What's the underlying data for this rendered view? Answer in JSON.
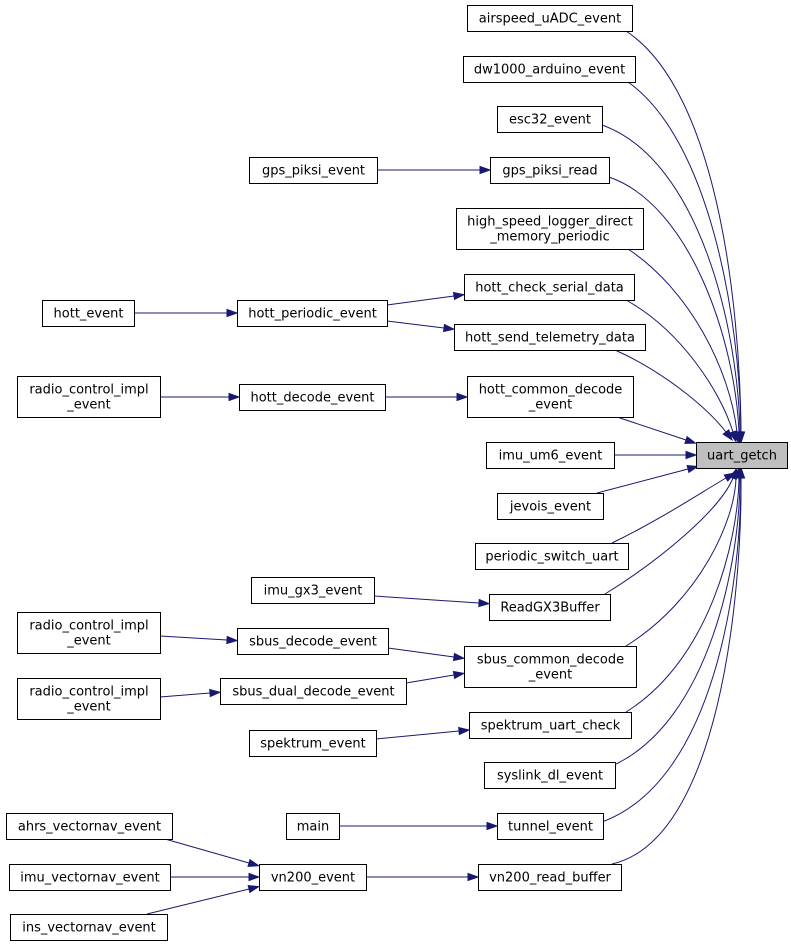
{
  "graph": {
    "nodes": [
      {
        "id": "uart_getch",
        "lines": [
          "uart_getch"
        ],
        "target": true
      },
      {
        "id": "airspeed_uADC_event",
        "lines": [
          "airspeed_uADC_event"
        ]
      },
      {
        "id": "dw1000_arduino_event",
        "lines": [
          "dw1000_arduino_event"
        ]
      },
      {
        "id": "esc32_event",
        "lines": [
          "esc32_event"
        ]
      },
      {
        "id": "gps_piksi_read",
        "lines": [
          "gps_piksi_read"
        ]
      },
      {
        "id": "gps_piksi_event",
        "lines": [
          "gps_piksi_event"
        ]
      },
      {
        "id": "high_speed_logger",
        "lines": [
          "high_speed_logger_direct",
          "_memory_periodic"
        ]
      },
      {
        "id": "hott_check_serial_data",
        "lines": [
          "hott_check_serial_data"
        ]
      },
      {
        "id": "hott_send_telemetry_data",
        "lines": [
          "hott_send_telemetry_data"
        ]
      },
      {
        "id": "hott_periodic_event",
        "lines": [
          "hott_periodic_event"
        ]
      },
      {
        "id": "hott_event",
        "lines": [
          "hott_event"
        ]
      },
      {
        "id": "hott_common_decode_event",
        "lines": [
          "hott_common_decode",
          "_event"
        ]
      },
      {
        "id": "hott_decode_event",
        "lines": [
          "hott_decode_event"
        ]
      },
      {
        "id": "radio_control_impl_1",
        "lines": [
          "radio_control_impl",
          "_event"
        ]
      },
      {
        "id": "imu_um6_event",
        "lines": [
          "imu_um6_event"
        ]
      },
      {
        "id": "jevois_event",
        "lines": [
          "jevois_event"
        ]
      },
      {
        "id": "periodic_switch_uart",
        "lines": [
          "periodic_switch_uart"
        ]
      },
      {
        "id": "ReadGX3Buffer",
        "lines": [
          "ReadGX3Buffer"
        ]
      },
      {
        "id": "imu_gx3_event",
        "lines": [
          "imu_gx3_event"
        ]
      },
      {
        "id": "sbus_common_decode_event",
        "lines": [
          "sbus_common_decode",
          "_event"
        ]
      },
      {
        "id": "sbus_decode_event",
        "lines": [
          "sbus_decode_event"
        ]
      },
      {
        "id": "radio_control_impl_2",
        "lines": [
          "radio_control_impl",
          "_event"
        ]
      },
      {
        "id": "sbus_dual_decode_event",
        "lines": [
          "sbus_dual_decode_event"
        ]
      },
      {
        "id": "radio_control_impl_3",
        "lines": [
          "radio_control_impl",
          "_event"
        ]
      },
      {
        "id": "spektrum_uart_check",
        "lines": [
          "spektrum_uart_check"
        ]
      },
      {
        "id": "spektrum_event",
        "lines": [
          "spektrum_event"
        ]
      },
      {
        "id": "syslink_dl_event",
        "lines": [
          "syslink_dl_event"
        ]
      },
      {
        "id": "tunnel_event",
        "lines": [
          "tunnel_event"
        ]
      },
      {
        "id": "main",
        "lines": [
          "main"
        ]
      },
      {
        "id": "vn200_read_buffer",
        "lines": [
          "vn200_read_buffer"
        ]
      },
      {
        "id": "vn200_event",
        "lines": [
          "vn200_event"
        ]
      },
      {
        "id": "ahrs_vectornav_event",
        "lines": [
          "ahrs_vectornav_event"
        ]
      },
      {
        "id": "imu_vectornav_event",
        "lines": [
          "imu_vectornav_event"
        ]
      },
      {
        "id": "ins_vectornav_event",
        "lines": [
          "ins_vectornav_event"
        ]
      }
    ],
    "edges": [
      {
        "from": "airspeed_uADC_event",
        "to": "uart_getch"
      },
      {
        "from": "dw1000_arduino_event",
        "to": "uart_getch"
      },
      {
        "from": "esc32_event",
        "to": "uart_getch"
      },
      {
        "from": "gps_piksi_read",
        "to": "uart_getch"
      },
      {
        "from": "gps_piksi_event",
        "to": "gps_piksi_read"
      },
      {
        "from": "high_speed_logger",
        "to": "uart_getch"
      },
      {
        "from": "hott_check_serial_data",
        "to": "uart_getch"
      },
      {
        "from": "hott_periodic_event",
        "to": "hott_check_serial_data"
      },
      {
        "from": "hott_periodic_event",
        "to": "hott_send_telemetry_data"
      },
      {
        "from": "hott_event",
        "to": "hott_periodic_event"
      },
      {
        "from": "hott_send_telemetry_data",
        "to": "uart_getch"
      },
      {
        "from": "hott_common_decode_event",
        "to": "uart_getch"
      },
      {
        "from": "hott_decode_event",
        "to": "hott_common_decode_event"
      },
      {
        "from": "radio_control_impl_1",
        "to": "hott_decode_event"
      },
      {
        "from": "imu_um6_event",
        "to": "uart_getch"
      },
      {
        "from": "jevois_event",
        "to": "uart_getch"
      },
      {
        "from": "periodic_switch_uart",
        "to": "uart_getch"
      },
      {
        "from": "ReadGX3Buffer",
        "to": "uart_getch"
      },
      {
        "from": "imu_gx3_event",
        "to": "ReadGX3Buffer"
      },
      {
        "from": "sbus_common_decode_event",
        "to": "uart_getch"
      },
      {
        "from": "sbus_decode_event",
        "to": "sbus_common_decode_event"
      },
      {
        "from": "radio_control_impl_2",
        "to": "sbus_decode_event"
      },
      {
        "from": "sbus_dual_decode_event",
        "to": "sbus_common_decode_event"
      },
      {
        "from": "radio_control_impl_3",
        "to": "sbus_dual_decode_event"
      },
      {
        "from": "spektrum_uart_check",
        "to": "uart_getch"
      },
      {
        "from": "spektrum_event",
        "to": "spektrum_uart_check"
      },
      {
        "from": "syslink_dl_event",
        "to": "uart_getch"
      },
      {
        "from": "tunnel_event",
        "to": "uart_getch"
      },
      {
        "from": "main",
        "to": "tunnel_event"
      },
      {
        "from": "vn200_read_buffer",
        "to": "uart_getch"
      },
      {
        "from": "vn200_event",
        "to": "vn200_read_buffer"
      },
      {
        "from": "ahrs_vectornav_event",
        "to": "vn200_event"
      },
      {
        "from": "imu_vectornav_event",
        "to": "vn200_event"
      },
      {
        "from": "ins_vectornav_event",
        "to": "vn200_event"
      }
    ]
  }
}
